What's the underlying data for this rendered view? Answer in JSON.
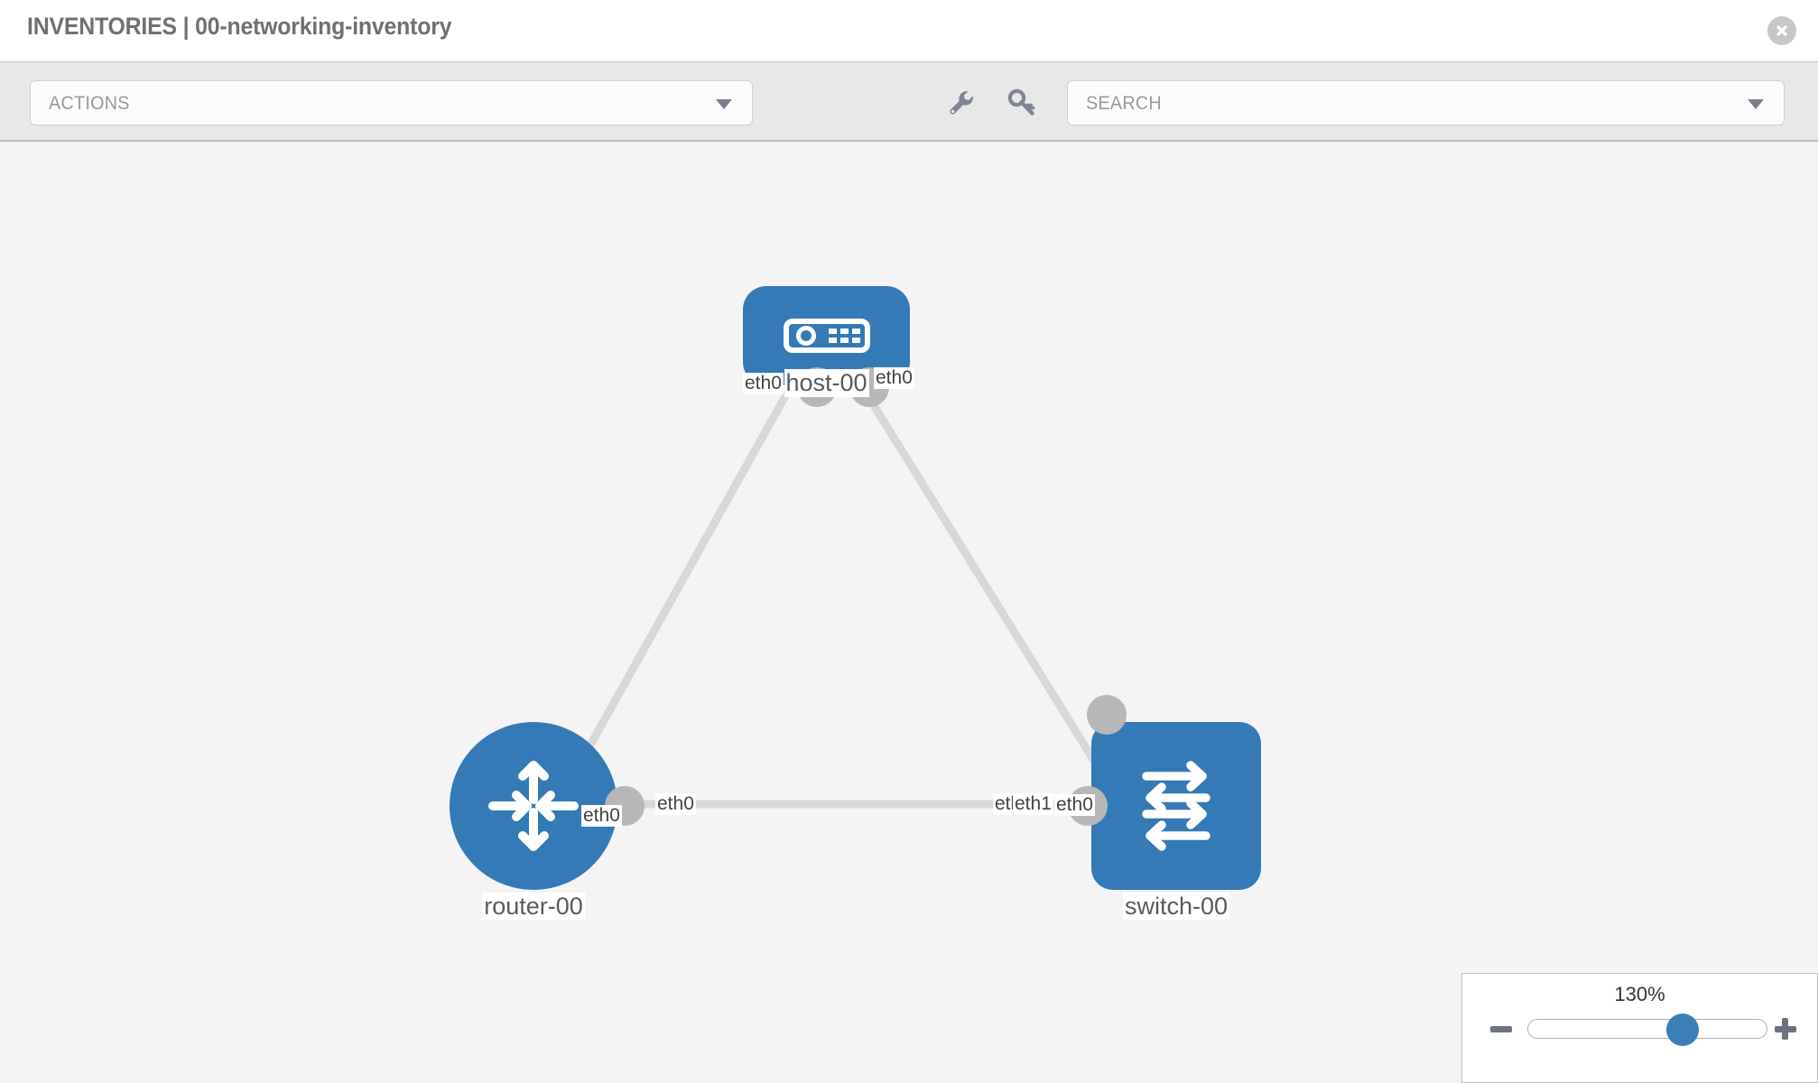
{
  "header": {
    "title": "INVENTORIES | 00-networking-inventory",
    "close_icon": "close-circle-icon"
  },
  "toolbar": {
    "actions": {
      "label": "ACTIONS",
      "caret_icon": "chevron-down-icon"
    },
    "wrench_icon": "wrench-icon",
    "key_icon": "key-icon",
    "search": {
      "placeholder": "SEARCH",
      "value": "",
      "caret_icon": "chevron-down-icon"
    }
  },
  "topology": {
    "nodes": [
      {
        "id": "host",
        "label": "host-00",
        "icon": "server-icon",
        "color": "#337ab7",
        "shape": "rounded-rect"
      },
      {
        "id": "router",
        "label": "router-00",
        "icon": "router-icon",
        "color": "#337ab7",
        "shape": "circle"
      },
      {
        "id": "switch",
        "label": "switch-00",
        "icon": "switch-icon",
        "color": "#337ab7",
        "shape": "rounded-square"
      }
    ],
    "interfaces": [
      {
        "id": "host-left",
        "label": "eth0"
      },
      {
        "id": "host-right",
        "label": "eth0"
      },
      {
        "id": "router-up",
        "label": "eth0"
      },
      {
        "id": "switch-up",
        "label": "eth0"
      },
      {
        "id": "router-right",
        "label": "eth0"
      },
      {
        "id": "switch-left-a",
        "label": "eth"
      },
      {
        "id": "switch-left-b",
        "label": "eth1"
      }
    ],
    "link_color": "#d8d8d8",
    "port_color": "#b7b7b7"
  },
  "zoom_control": {
    "value_label": "130%",
    "percent": 67,
    "minus_icon": "minus-icon",
    "plus_icon": "plus-icon",
    "thumb_icon": "slider-thumb"
  }
}
